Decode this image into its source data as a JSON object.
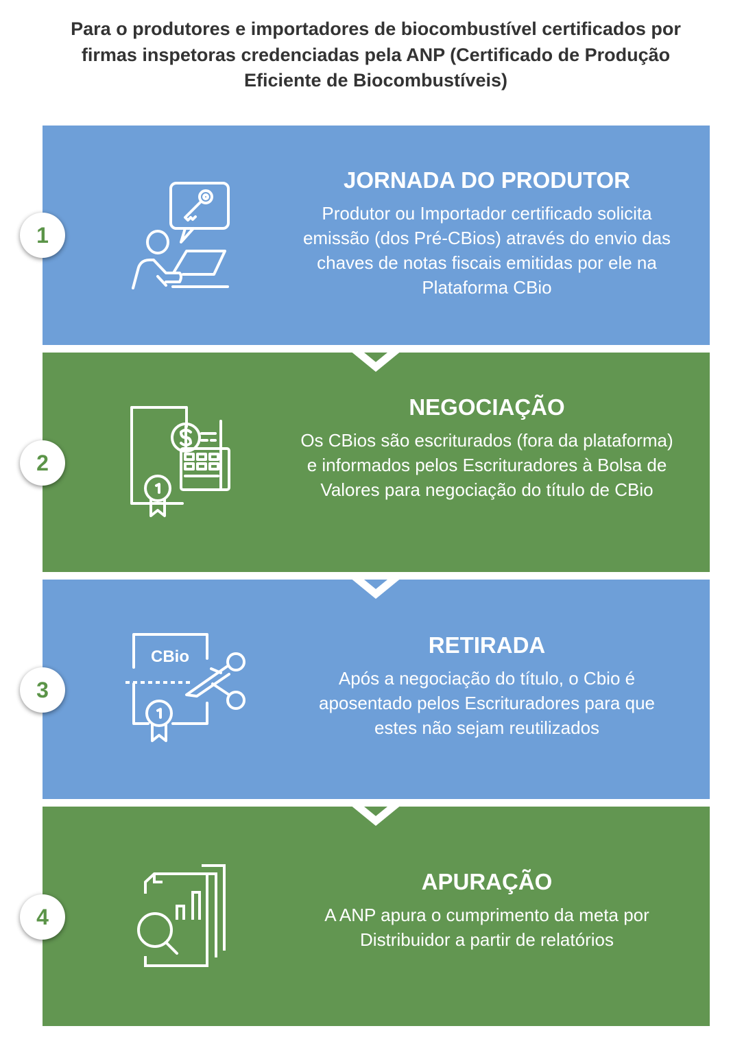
{
  "title": "Para o produtores e importadores de biocombustível certificados por firmas inspetoras credenciadas pela ANP (Certificado de Produção Eficiente de Biocombustíveis)",
  "colors": {
    "blue": "#6e9fd8",
    "green": "#629651",
    "number": "#5b9448"
  },
  "steps": [
    {
      "number": "1",
      "icon": "person-laptop-key-icon",
      "heading": "JORNADA DO PRODUTOR",
      "body": "Produtor ou Importador certificado solicita emissão (dos Pré-CBios) através do envio das chaves de notas fiscais emitidas por ele na Plataforma CBio"
    },
    {
      "number": "2",
      "icon": "certificate-invoice-dollar-icon",
      "heading": "NEGOCIAÇÃO",
      "body": "Os CBios são escriturados (fora da plataforma) e informados pelos Escrituradores à Bolsa de Valores para negociação do título de CBio"
    },
    {
      "number": "3",
      "icon": "certificate-scissors-icon",
      "icon_label": "CBio",
      "heading": "RETIRADA",
      "body": "Após a negociação do título, o Cbio é aposentado pelos Escrituradores para que estes não sejam reutilizados"
    },
    {
      "number": "4",
      "icon": "report-magnifier-icon",
      "heading": "APURAÇÃO",
      "body": "A ANP apura o cumprimento da meta por Distribuidor a partir de relatórios"
    }
  ]
}
